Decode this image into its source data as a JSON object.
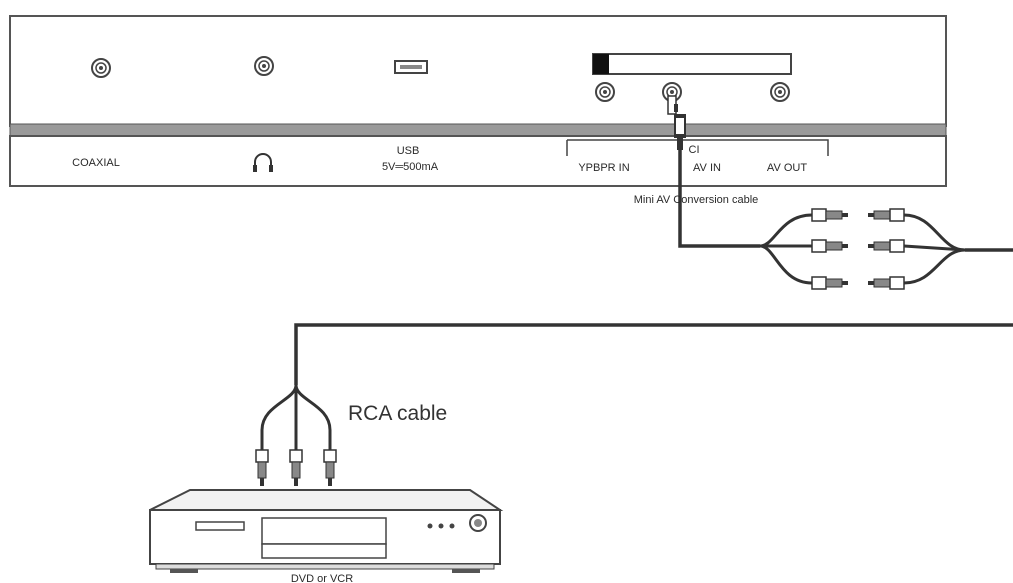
{
  "labels": {
    "coaxial": "COAXIAL",
    "usb_line1": "USB",
    "usb_line2": "5V═500mA",
    "ci": "CI",
    "ypbpr_in": "YPBPR IN",
    "av_in": "AV IN",
    "av_out": "AV OUT",
    "mini_av_cable": "Mini AV Conversion cable",
    "rca_cable": "RCA cable",
    "device": "DVD or VCR"
  },
  "icons": {
    "headphone": "headphone-icon"
  }
}
